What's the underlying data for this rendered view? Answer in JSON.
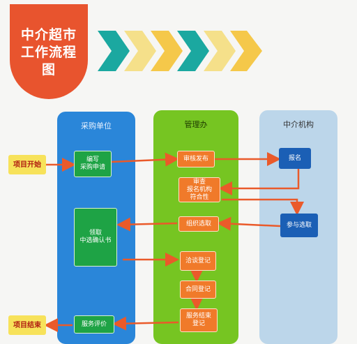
{
  "title": {
    "line1": "中介超市",
    "line2": "工作流程",
    "line3": "图"
  },
  "lanes": {
    "procurement": "采购单位",
    "management": "管理办",
    "agency": "中介机构"
  },
  "steps": {
    "start": "项目开始",
    "end": "项目结束",
    "draft_request": "编写\n采购申请",
    "receive_notice": "领取\n中选确认书",
    "service_eval": "服务评价",
    "review_publish": "审核发布",
    "review_eligibility": "审查\n报名机构\n符合性",
    "organize_selection": "组织选取",
    "contract_register": "洽谈登记",
    "contract_record": "合同登记",
    "service_end_register": "服务结束\n登记",
    "sign_up": "报名",
    "join_selection": "参与选取"
  },
  "colors": {
    "title_red": "#e8542e",
    "lane_blue": "#2a86d9",
    "lane_green": "#76c522",
    "lane_lightblue": "#bcd6ea",
    "arrow": "#ea5a2a",
    "chevron_dark": "#1ba8a0",
    "chevron_light": "#f5c84a"
  }
}
